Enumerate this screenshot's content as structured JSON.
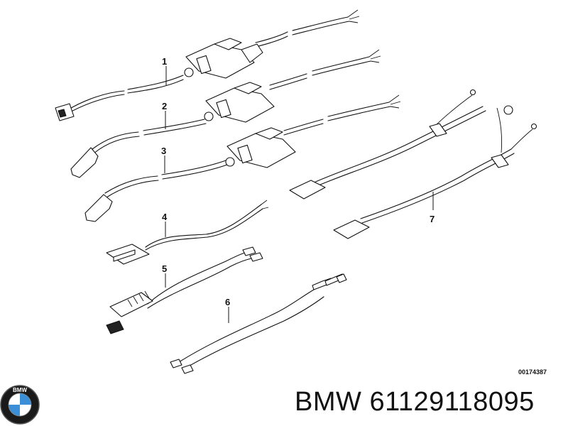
{
  "callouts": [
    "1",
    "2",
    "3",
    "4",
    "5",
    "6",
    "7"
  ],
  "reference_code": "00174387",
  "logo": {
    "icon": "bmw-roundel-icon",
    "text": "BMW"
  },
  "footer": {
    "brand": "BMW",
    "part_number": "61129118095"
  },
  "colors": {
    "ink": "#111111",
    "background": "#ffffff",
    "logo_blue": "#3a8fd6"
  }
}
